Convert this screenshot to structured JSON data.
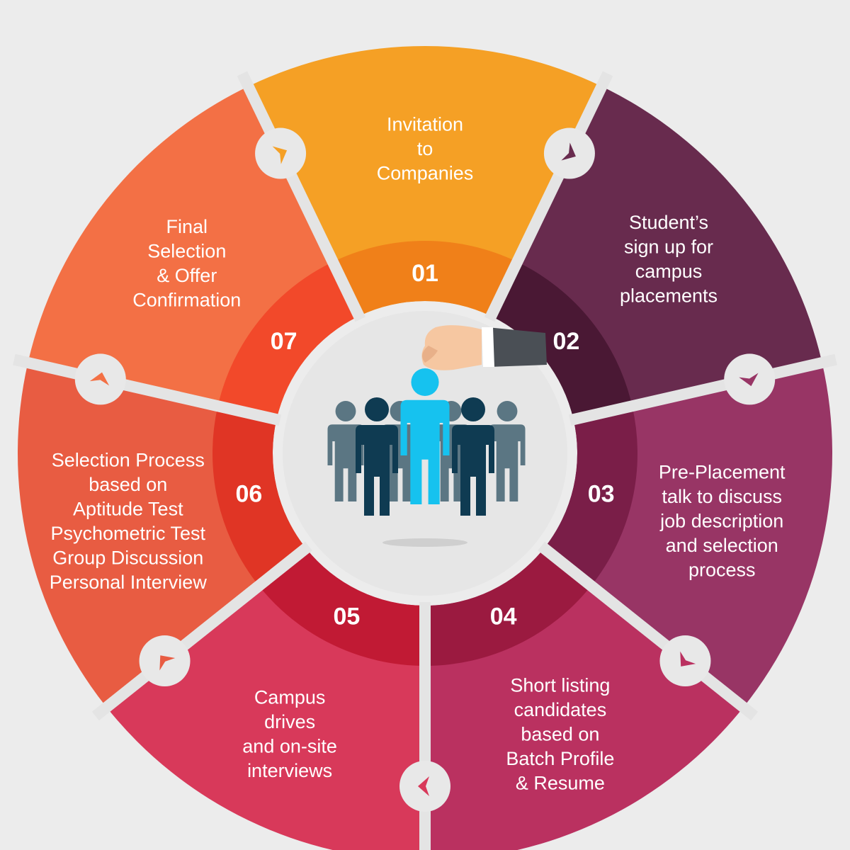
{
  "cycle": {
    "steps": [
      {
        "number": "01",
        "color": "#f5a025",
        "inner_color": "#f08019",
        "text": [
          "Invitation",
          "to",
          "Companies"
        ]
      },
      {
        "number": "02",
        "color": "#682b4e",
        "inner_color": "#4a1834",
        "text": [
          "Student’s",
          "sign up for",
          "campus",
          "placements"
        ]
      },
      {
        "number": "03",
        "color": "#983565",
        "inner_color": "#7a1e48",
        "text": [
          "Pre-Placement",
          "talk to discuss",
          "job description",
          "and selection",
          "process"
        ]
      },
      {
        "number": "04",
        "color": "#ba3160",
        "inner_color": "#9b1a40",
        "text": [
          "Short listing",
          "candidates",
          "based on",
          "Batch Profile",
          "& Resume"
        ]
      },
      {
        "number": "05",
        "color": "#d8395a",
        "inner_color": "#c11a34",
        "text": [
          "Campus",
          "drives",
          "and on-site",
          "interviews"
        ]
      },
      {
        "number": "06",
        "color": "#e85c42",
        "inner_color": "#e03525",
        "text": [
          "Selection Process",
          "based on",
          "Aptitude Test",
          "Psychometric Test",
          "Group Discussion",
          "Personal Interview"
        ]
      },
      {
        "number": "07",
        "color": "#f37045",
        "inner_color": "#f2492a",
        "text": [
          "Final",
          "Selection",
          "& Offer",
          "Confirmation"
        ]
      }
    ],
    "center_icon": "people-group-with-hand-selecting-icon",
    "connector_icon": "chevron-arrow-icon",
    "colors": {
      "background": "#ececec",
      "gap": "#e4e4e4",
      "center_disc": "#e6e6e6",
      "person_highlight": "#16c2ef",
      "person_dark": "#0f3b52",
      "person_gray": "#5b7683",
      "connector_circle": "#e8e8e8"
    }
  }
}
